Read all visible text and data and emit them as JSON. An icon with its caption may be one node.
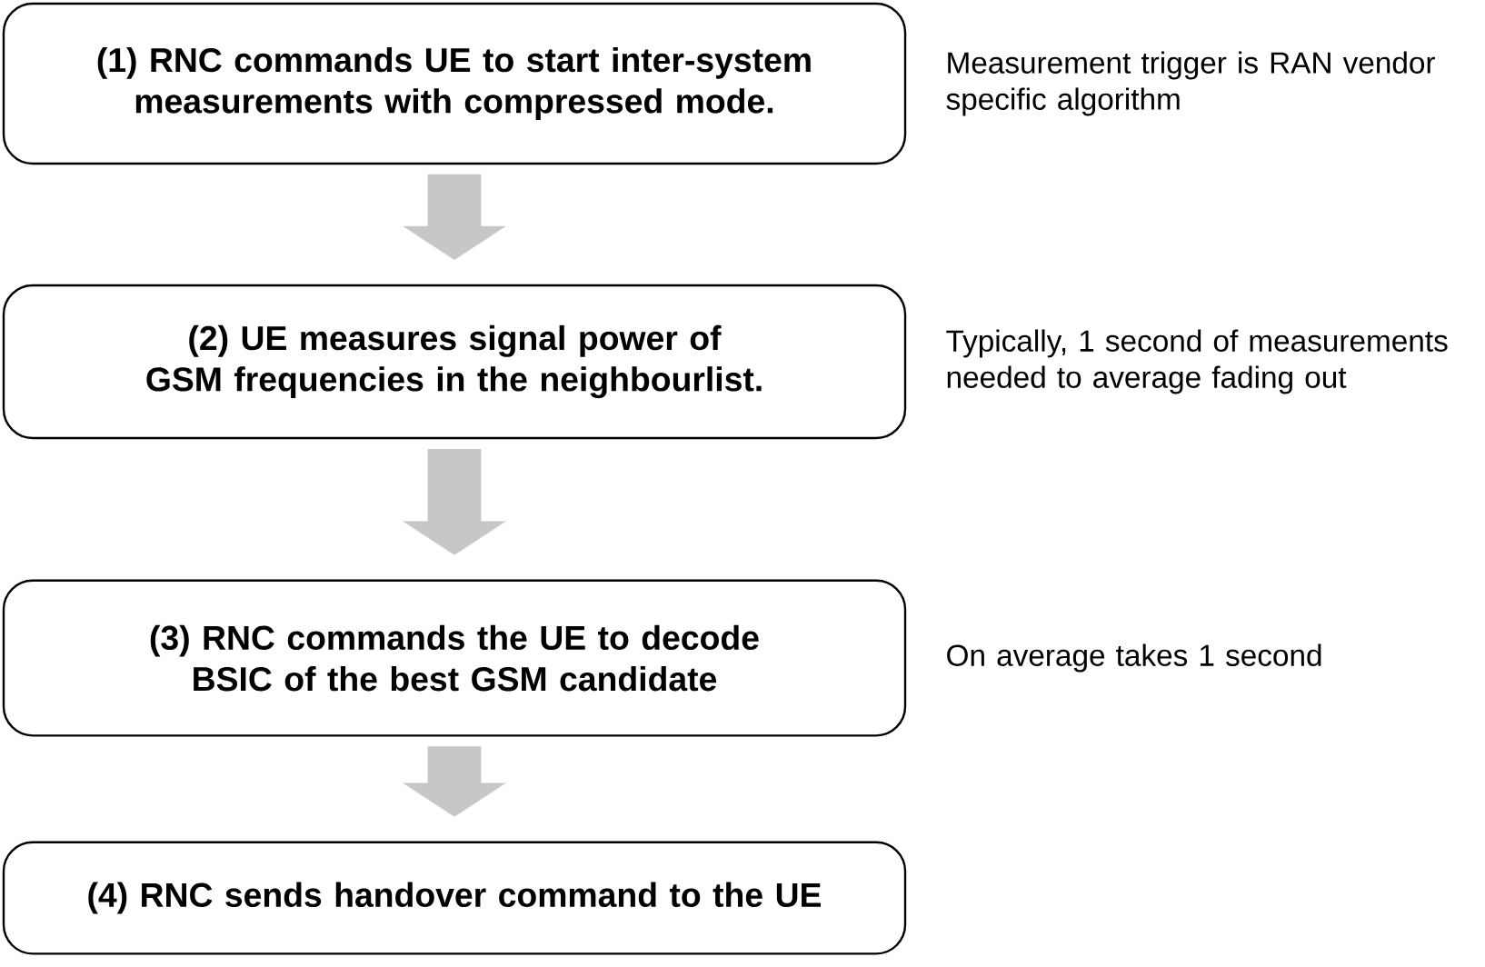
{
  "diagram": {
    "nodes": [
      {
        "text": [
          "(1) RNC commands UE to start inter-system measurements with compressed mode."
        ],
        "beside": [
          "Measurement trigger is RAN vendor specific algorithm"
        ]
      },
      {
        "text": [
          "(2) UE measures signal power of GSM frequencies in the neighbourlist."
        ],
        "beside": [
          "Typically, 1 second of measurements needed to average fading out"
        ]
      },
      {
        "text": [
          "(3) RNC commands the UE to decode BSIC of the best GSM candidate"
        ],
        "beside": [
          "On average takes 1 second"
        ]
      },
      {
        "text": [
          "(4) RNC sends handover command to the UE"
        ]
      }
    ],
    "edges": [
      {
        "from": 0,
        "to": 1,
        "arrow": "to"
      },
      {
        "from": 1,
        "to": 2,
        "arrow": "to"
      },
      {
        "from": 2,
        "to": 3,
        "arrow": "to"
      }
    ]
  }
}
